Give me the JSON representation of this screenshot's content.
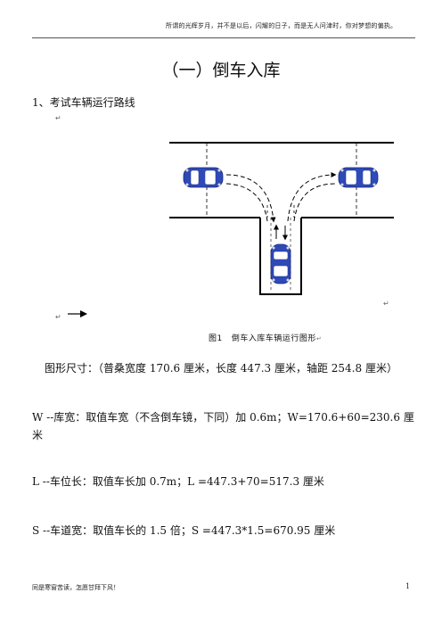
{
  "header": {
    "text": "所谓的光辉岁月，并不是以后，闪耀的日子，而是无人问津时，你对梦想的偏执。"
  },
  "title": "（一）倒车入库",
  "section_heading": "1、考试车辆运行路线",
  "paragraph_marks": [
    "↵",
    "↵",
    "↵"
  ],
  "figure": {
    "caption_label": "图1",
    "caption_text": "倒车入库车辆运行图形",
    "caption_mark": "↵"
  },
  "paragraphs": {
    "dimensions": "图形尺寸：（普桑宽度 170.6 厘米，长度 447.3 厘米，轴距 254.8 厘米）",
    "width_def": "W --库宽：取值车宽（不含倒车镜，下同）加 0.6m；W=170.6+60=230.6 厘米",
    "length_def": "L --车位长：取值车长加 0.7m；L =447.3+70=517.3 厘米",
    "lane_def": "S --车道宽：取值车长的 1.5 倍；S =447.3*1.5=670.95 厘米"
  },
  "footer": {
    "left_text": "同是寒窗苦读，怎愿甘拜下风！",
    "page_number": "1"
  },
  "colors": {
    "car_body": "#2e49b8",
    "car_window": "#ffffff",
    "line": "#000000"
  }
}
